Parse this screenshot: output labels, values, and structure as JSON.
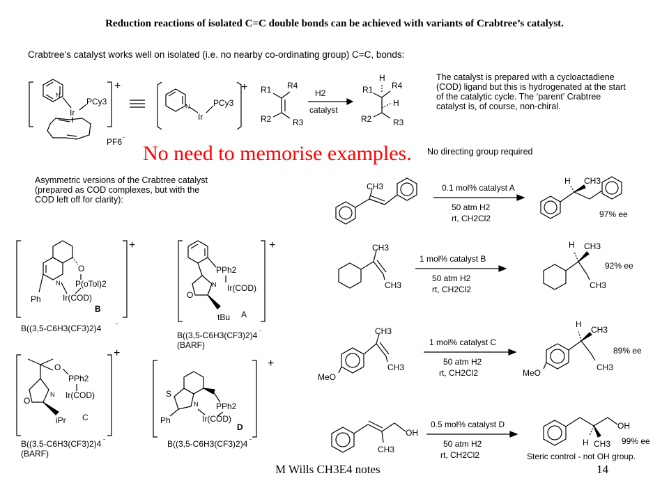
{
  "title": "Reduction reactions of isolated C=C double bonds can be achieved with variants of Crabtree’s catalyst.",
  "intro": "Crabtree’s catalyst works well on isolated (i.e. no nearby co-ordinating group) C=C, bonds:",
  "cod_note": [
    "The catalyst is prepared with a cycloactadiene",
    "(COD) ligand but this is hydrogenated at the start",
    "of the catalytic cycle. The ‘parent’ Crabtree",
    "catalyst is, of course, non-chiral."
  ],
  "red_note": "No need to memorise  examples.",
  "no_directing": "No directing group required",
  "asym_note": [
    "Asymmetric versions of the Crabtree catalyst",
    "(prepared as COD complexes, but with the",
    "COD left off for clarity):"
  ],
  "crabtree": {
    "ir": "Ir",
    "pcy3": "PCy3",
    "pf6": "PF6",
    "plus": "+",
    "minus": "-",
    "general_arrow_top": "H2",
    "general_arrow_bottom": "catalyst",
    "r1": "R1",
    "r2": "R2",
    "r3": "R3",
    "r4": "R4",
    "h": "H"
  },
  "catalysts": {
    "B": {
      "label": "B",
      "p": "P(oTol)2",
      "ir": "Ir(COD)",
      "n": "N",
      "o": "O",
      "ph": "Ph",
      "counter": "B((3,5-C6H3(CF3)2)4"
    },
    "A": {
      "label": "A",
      "p": "PPh2",
      "ir": "Ir(COD)",
      "n": "N",
      "o": "O",
      "tbu": "tBu",
      "counter": "B((3,5-C6H3(CF3)2)4",
      "barf": "(BARF)"
    },
    "C": {
      "label": "C",
      "p": "PPh2",
      "ir": "Ir(COD)",
      "n": "N",
      "o1": "O",
      "o2": "O",
      "ipr": "iPr",
      "counter": "B((3,5-C6H3(CF3)2)4",
      "barf": "(BARF)"
    },
    "D": {
      "label": "D",
      "p": "PPh2",
      "ir": "Ir(COD)",
      "n": "N",
      "s": "S",
      "ph": "Ph",
      "counter": "B((3,5-C6H3(CF3)2)4"
    }
  },
  "reactions": [
    {
      "cond1": "0.1 mol% catalyst A",
      "cond2": "50 atm H2",
      "cond3": "rt, CH2Cl2",
      "ee": "97% ee"
    },
    {
      "cond1": "1 mol% catalyst B",
      "cond2": "50 atm H2",
      "cond3": "rt, CH2Cl2",
      "ee": "92% ee"
    },
    {
      "cond1": "1 mol% catalyst C",
      "cond2": "50 atm H2",
      "cond3": "rt, CH2Cl2",
      "ee": "89% ee"
    },
    {
      "cond1": "0.5 mol% catalyst D",
      "cond2": "50 atm H2",
      "cond3": "rt, CH2Cl2",
      "ee": "99% ee",
      "extra": "Steric control - not OH group."
    }
  ],
  "labels": {
    "ch3": "CH3",
    "h": "H",
    "meo": "MeO",
    "oh": "OH"
  },
  "footer": {
    "left": "M Wills CH3E4 notes",
    "right": "14"
  }
}
